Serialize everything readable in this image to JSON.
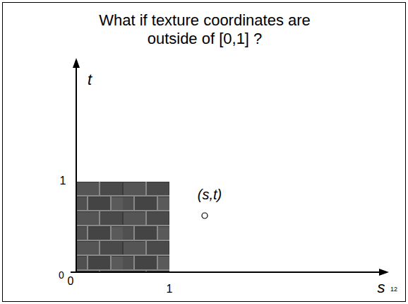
{
  "diagram": {
    "title": "What if texture coordinates are outside of [0,1] ?",
    "labels": [
      "t",
      "1",
      "0",
      "0",
      "1",
      "(s,t)",
      "s",
      "12"
    ]
  }
}
